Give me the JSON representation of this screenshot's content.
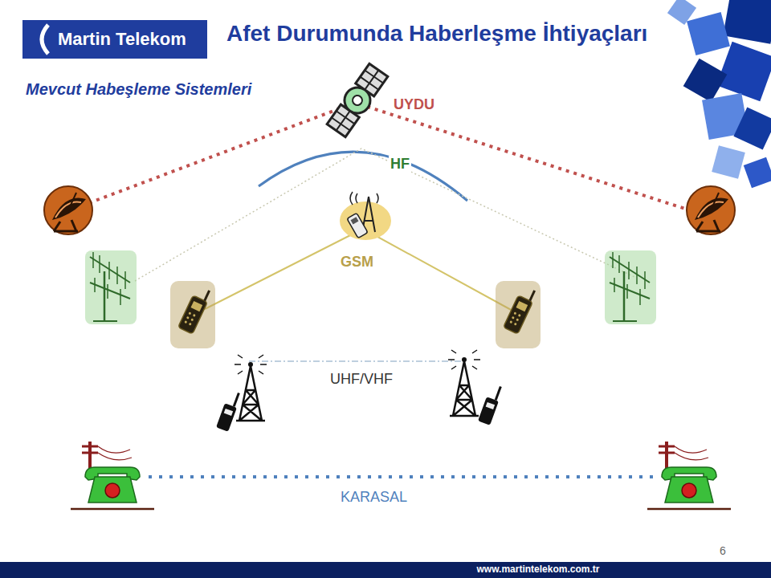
{
  "diagram": {
    "title": "Afet Durumunda Haberleşme İhtiyaçları",
    "nodes": [
      {
        "text": [
          "Martin Telekom"
        ]
      },
      {
        "text": [
          "www.martintelekom.com.tr"
        ]
      }
    ],
    "labels": [
      "Mevcut Habeşleme Sistemleri",
      "UYDU",
      "HF",
      "GSM",
      "UHF/VHF",
      "KARASAL",
      "6"
    ]
  }
}
